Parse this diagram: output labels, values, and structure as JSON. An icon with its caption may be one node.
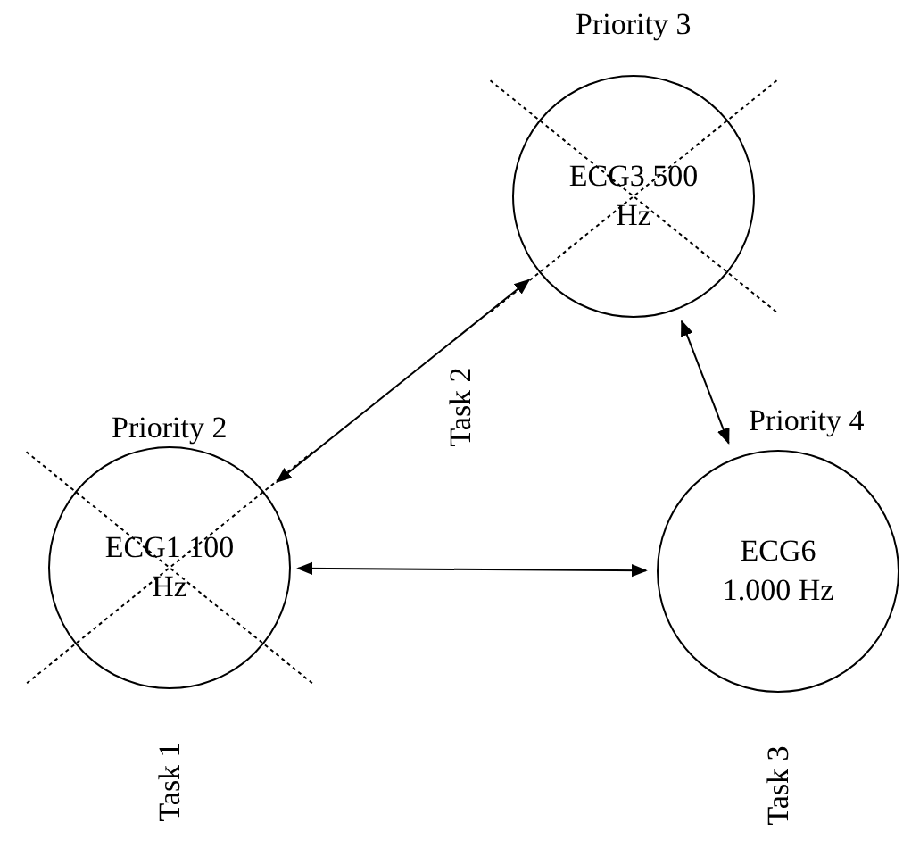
{
  "diagram": {
    "nodes": [
      {
        "text": [
          "ECG3 500 Hz"
        ],
        "beside": [
          "Priority 3",
          "Task 2"
        ]
      },
      {
        "text": [
          "ECG1 100 Hz"
        ],
        "beside": [
          "Priority 2",
          "Task 1"
        ]
      },
      {
        "text": [
          "ECG6 1.000 Hz"
        ],
        "beside": [
          "Priority 4",
          "Task 3"
        ]
      }
    ],
    "edges": [
      {
        "from": 0,
        "to": 1,
        "arrow": "both"
      },
      {
        "from": 0,
        "to": 2,
        "arrow": "both"
      },
      {
        "from": 1,
        "to": 2,
        "arrow": "both"
      }
    ]
  }
}
